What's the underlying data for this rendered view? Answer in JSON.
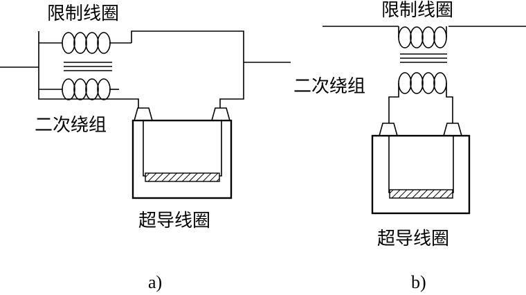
{
  "figure_a": {
    "limiting_coil": "限制线圈",
    "secondary_winding": "二次绕组",
    "superconducting_coil": "超导线圈",
    "caption": "a)"
  },
  "figure_b": {
    "limiting_coil": "限制线圈",
    "secondary_winding": "二次绕组",
    "superconducting_coil": "超导线圈",
    "caption": "b)"
  }
}
